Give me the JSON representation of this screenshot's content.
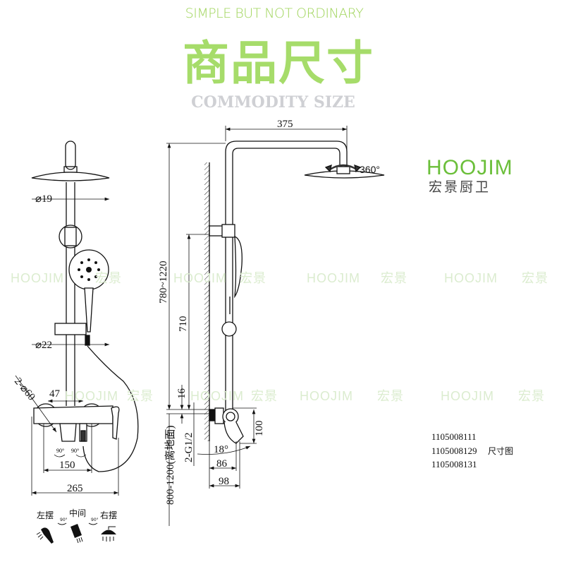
{
  "header": {
    "tagline": "SIMPLE BUT NOT ORDINARY",
    "title": "商品尺寸",
    "subtitle": "COMMODITY SIZE"
  },
  "logo": {
    "brand": "HOOJIM",
    "brand_cn": "宏景厨卫",
    "brand_color": "#6bbf3a"
  },
  "watermark": {
    "text": "HOOJIM",
    "text_cn": "宏景"
  },
  "front_view": {
    "pipe_diameter_top": "⌀19",
    "pipe_diameter_bottom": "⌀22",
    "cap_diameter": "2-⌀60",
    "dim_47": "47",
    "dim_150": "150",
    "dim_265": "265",
    "angle_left": "90°",
    "angle_right": "90°"
  },
  "side_view": {
    "dim_375": "375",
    "rotation": "360°",
    "dim_height_range": "780~1220",
    "dim_710": "710",
    "dim_16": "16",
    "thread": "2-G1/2",
    "floor_height": "800-1200(离地面)",
    "dim_100": "100",
    "angle_18": "18°",
    "dim_86": "86",
    "dim_98": "98"
  },
  "modes": {
    "left": "左摆",
    "middle": "中间",
    "right": "右摆",
    "angle1": "90°",
    "angle2": "90°"
  },
  "product_codes": [
    "1105008111",
    "1105008129",
    "1105008131"
  ],
  "drawing_label": "尺寸图"
}
